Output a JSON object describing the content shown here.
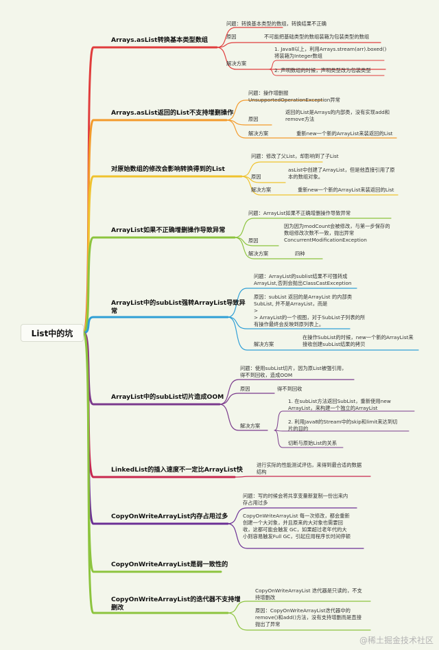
{
  "root": "List中的坑",
  "branches": [
    {
      "id": "b1",
      "label": "Arrays.asList转换基本类型数组",
      "color": "#e03c3c",
      "children": [
        {
          "text": "问题：转换基本类型的数组，转换结果不正确"
        },
        {
          "text": "原因",
          "detail": "不可能把基础类型的数组装箱为包装类型的数组"
        },
        {
          "text": "解决方案",
          "items": [
            "1. Java8以上，利用Arrays.stream(arr).boxed()\n将装箱为Integer数组",
            "2. 声明数组的时候，声明类型改为包装类型"
          ]
        }
      ]
    },
    {
      "id": "b2",
      "label": "Arrays.asList返回的List不支持增删操作",
      "color": "#f39a2b",
      "children": [
        {
          "text": "问题：操作增删报\nUnsupportedOperationException异常"
        },
        {
          "text": "原因",
          "detail": "返回的List是Arrays的内部类，没有实现add和\nremove方法"
        },
        {
          "text": "解决方案",
          "detail": "重新new一个新的ArrayList来装返回的List"
        }
      ]
    },
    {
      "id": "b3",
      "label": "对原始数组的修改会影响转换得到的List",
      "color": "#efc22e",
      "children": [
        {
          "text": "问题：修改了父List，却影响到了子List"
        },
        {
          "text": "原因",
          "detail": "asList中创建了ArrayList，但是他直接引用了原\n本的数组对象。"
        },
        {
          "text": "解决方案",
          "detail": "重新new一个新的ArrayList来装返回的List"
        }
      ]
    },
    {
      "id": "b4",
      "label": "ArrayList如果不正确增删操作导致异常",
      "color": "#8cc43e",
      "children": [
        {
          "text": "问题：ArrayList如果不正确增删操作导致异常"
        },
        {
          "text": "原因",
          "detail": "因为因为modCount会被修改，与第一步保存的\n数组修改次数不一致，抛出异常\nConcurrentModificationException"
        },
        {
          "text": "解决方案",
          "detail": "四种"
        }
      ]
    },
    {
      "id": "b5",
      "label": "ArrayList中的subList强转ArrayList导致异\n常",
      "color": "#2f9fd6",
      "children": [
        {
          "text": "问题：ArrayList的sublist结果不可强转成\nArrayList,否则会抛出ClassCastException"
        },
        {
          "text": "原因：subList 返回的是ArrayList 的内部类\nSubList, 并不是ArrayList，而是\n>\n> ArrayList的一个视图，对于SubList子列表的所\n有操作最终会反映到原列表上。"
        },
        {
          "text": "解决方案",
          "detail": "在操作SubList的时候，new一个新的ArrayList来\n接收创建subList结果的拷贝"
        }
      ]
    },
    {
      "id": "b6",
      "label": "ArrayList中的subList切片造成OOM",
      "color": "#7a3a8c",
      "children": [
        {
          "text": "问题：使用subList切片，因为原List被强引用，\n得不到回收，造成OOM"
        },
        {
          "text": "原因",
          "detail": "得不到回收"
        },
        {
          "text": "解决方案",
          "items": [
            "1. 在subList方法返回SubList，重新使用new\nArrayList，来构建一个独立的ArrayList",
            "2. 利用Java8的Stream中的skip和limit来达到切\n片的目的",
            "切断与原始List的关系"
          ]
        }
      ]
    },
    {
      "id": "b7",
      "label": "LinkedList的插入速度不一定比ArrayList快",
      "color": "#c8274e",
      "children": [
        {
          "text": "进行实际的性能测试评估，来得到最合适的数据\n结构"
        }
      ]
    },
    {
      "id": "b8",
      "label": "CopyOnWriteArrayList内存占用过多",
      "color": "#6b2f95",
      "children": [
        {
          "text": "问题：写的时候会将共享变量新复制一份出来内\n存占用过多"
        },
        {
          "text": "CopyOnWriteArrayList 每一次修改，都会重新\n创建一个大对象，并且原来的大对象也需要回\n收，这都可能会触发 GC，如果超过老年代的大\n小则容易触发Full GC，引起应用程序长时间停顿"
        }
      ]
    },
    {
      "id": "b9",
      "label": "CopyOnWriteArrayList是弱一致性的",
      "color": "#8cc43e",
      "children": []
    },
    {
      "id": "b10",
      "label": "CopyOnWriteArrayList的迭代器不支持增\n删改",
      "color": "#8cc43e",
      "children": [
        {
          "text": "CopyOnWriteArrayList 迭代器是只读的，不支\n持增删改"
        },
        {
          "text": "原因：CopyOnWriteArrayList迭代器中的\nremove()和add()方法，没有支持增删而是直接\n抛出了异常"
        }
      ]
    }
  ],
  "watermark": "@稀土掘金技术社区"
}
